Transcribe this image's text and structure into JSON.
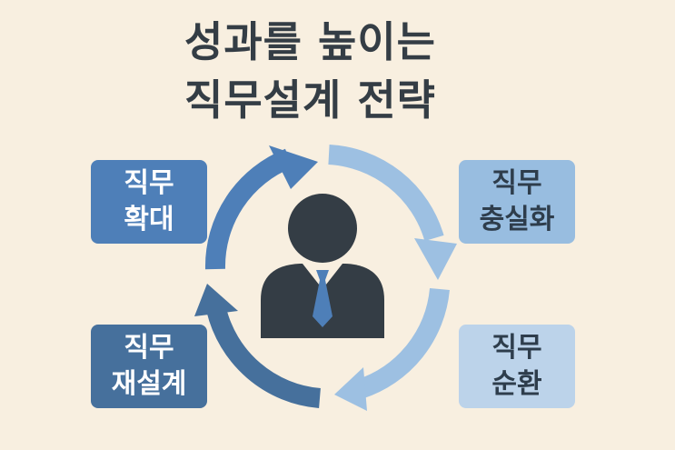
{
  "title": {
    "line1": "성과를 높이는",
    "line2": "직무설계 전략"
  },
  "boxes": {
    "expand": {
      "line1": "직무",
      "line2": "확대",
      "color": "#4e7fb8"
    },
    "enrich": {
      "line1": "직무",
      "line2": "충실화",
      "color": "#98bde0"
    },
    "redesign": {
      "line1": "직무",
      "line2": "재설계",
      "color": "#46709c"
    },
    "rotation": {
      "line1": "직무",
      "line2": "순환",
      "color": "#bcd3ea"
    }
  },
  "center_icon": "person-with-tie-icon",
  "cycle_colors": {
    "top_left": "#4e7fb8",
    "top_right": "#9dc0e2",
    "bottom_right": "#9dc0e2",
    "bottom_left": "#46709c"
  },
  "background": "#f8efe0"
}
